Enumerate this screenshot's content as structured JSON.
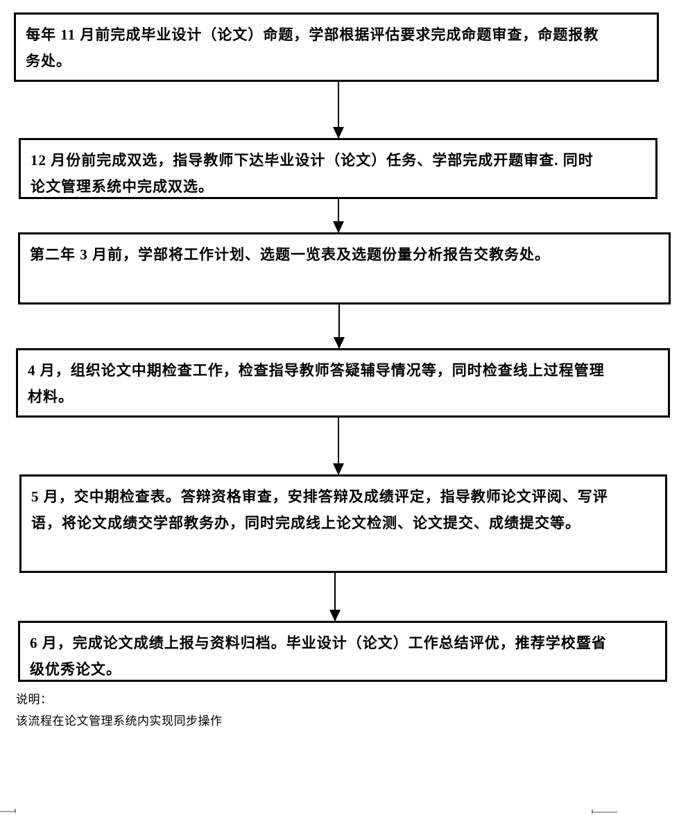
{
  "flowchart": {
    "boxes": [
      {
        "id": "step-1",
        "lines": [
          "每年 11 月前完成毕业设计（论文）命题，学部根据评估要求完成命题审查，命题报教",
          "务处。"
        ]
      },
      {
        "id": "step-2",
        "lines": [
          "12 月份前完成双选，指导教师下达毕业设计（论文）任务、学部完成开题审查. 同时",
          "论文管理系统中完成双选。"
        ]
      },
      {
        "id": "step-3",
        "lines": [
          "第二年 3 月前，学部将工作计划、选题一览表及选题份量分析报告交教务处。"
        ]
      },
      {
        "id": "step-4",
        "lines": [
          "4 月，组织论文中期检查工作，检查指导教师答疑辅导情况等，同时检查线上过程管理",
          "材料。"
        ]
      },
      {
        "id": "step-5",
        "lines": [
          "5 月，交中期检查表。答辩资格审查，安排答辩及成绩评定，指导教师论文评阅、写评",
          "语，将论文成绩交学部教务办，同时完成线上论文检测、论文提交、成绩提交等。"
        ]
      },
      {
        "id": "step-6",
        "lines": [
          "6 月，完成论文成绩上报与资料归档。毕业设计（论文）工作总结评优，推荐学校暨省",
          "级优秀论文。"
        ]
      }
    ],
    "notes": {
      "label": "说明：",
      "text": "该流程在论文管理系统内实现同步操作"
    }
  },
  "colors": {
    "border": "#000000",
    "text": "#000000",
    "background": "#ffffff",
    "artifact": "#a6a6a6"
  }
}
